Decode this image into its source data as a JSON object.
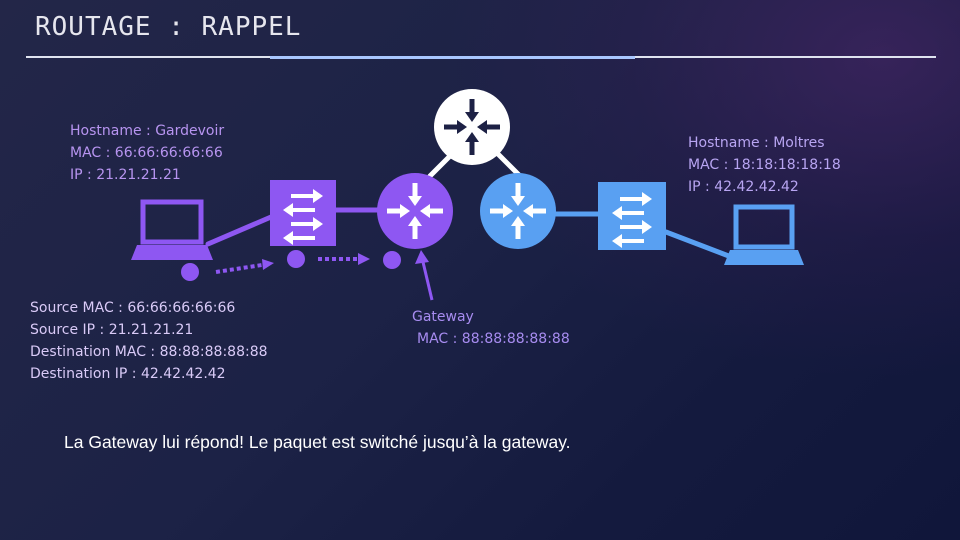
{
  "title": "ROUTAGE : RAPPEL",
  "left_host": {
    "hostname": "Hostname : Gardevoir",
    "mac": "MAC : 66:66:66:66:66",
    "ip": "IP : 21.21.21.21"
  },
  "right_host": {
    "hostname": "Hostname : Moltres",
    "mac": "MAC : 18:18:18:18:18",
    "ip": "IP : 42.42.42.42"
  },
  "packet": {
    "source_mac": "Source MAC : 66:66:66:66:66",
    "source_ip": "Source IP : 21.21.21.21",
    "destination_mac": "Destination MAC :  88:88:88:88:88",
    "destination_ip": "Destination IP : 42.42.42.42"
  },
  "gateway": {
    "label": "Gateway",
    "mac": "MAC : 88:88:88:88:88"
  },
  "message": "La Gateway lui répond! Le paquet est switché jusqu’à la gateway.",
  "colors": {
    "purple": "#8e57f2",
    "blue": "#59a0f2",
    "white": "#ffffff",
    "text_left": "#b794f0",
    "text_right": "#b8a5f2"
  },
  "icons": [
    "laptop-icon",
    "switch-icon",
    "router-icon",
    "packet-dot-icon",
    "arrow-icon"
  ]
}
